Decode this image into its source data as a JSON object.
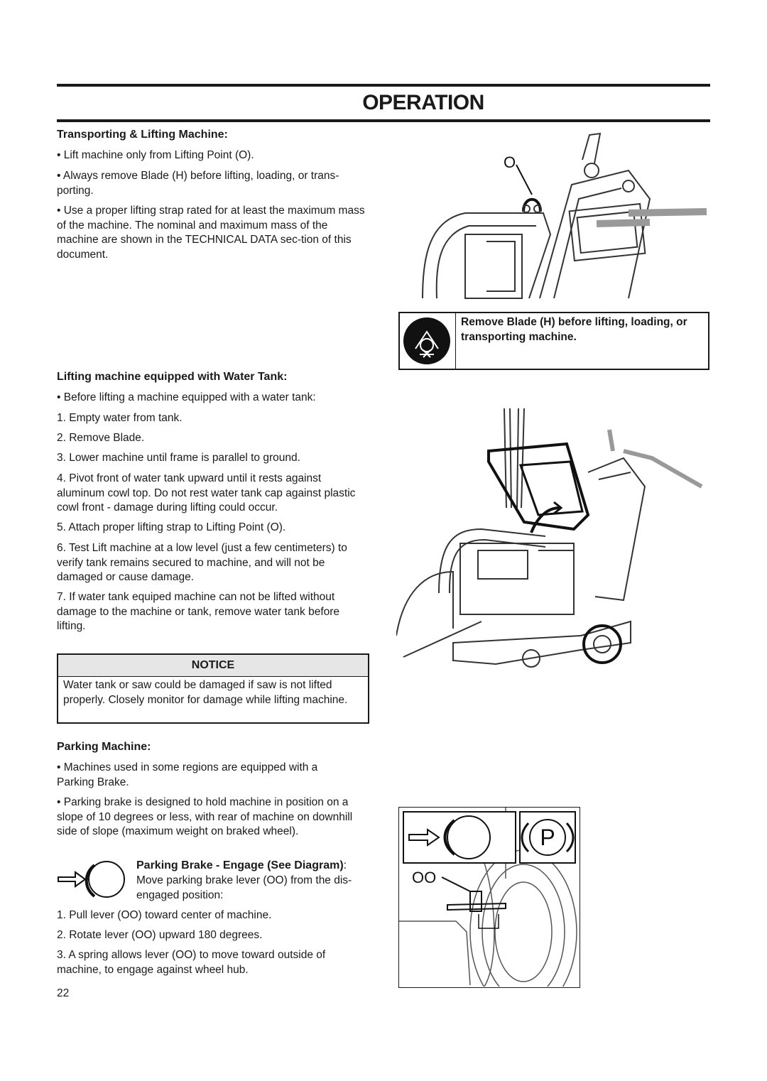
{
  "header": {
    "title": "OPERATION"
  },
  "transport": {
    "heading": "Transporting & Lifting Machine:",
    "bullets": [
      "• Lift machine only from Lifting Point (O).",
      "• Always remove Blade (H) before lifting, loading, or trans-porting.",
      "• Use a proper lifting strap rated for at least the maximum mass of the machine.  The nominal and maximum mass of the machine are shown in the TECHNICAL DATA sec-tion of this document."
    ]
  },
  "figure1": {
    "label": "O"
  },
  "warning": {
    "text": "Remove Blade (H) before lifting, loading, or transporting machine."
  },
  "water_tank": {
    "heading": "Lifting machine equipped with Water Tank:",
    "intro": "• Before lifting a machine equipped with a water tank:",
    "steps": [
      "1. Empty water from tank.",
      "2. Remove Blade.",
      "3. Lower machine until frame is parallel to ground.",
      "4. Pivot front of water tank upward until it rests against aluminum cowl top.  Do not rest water tank cap against plastic cowl front - damage during lifting could occur.",
      "5. Attach proper lifting strap to Lifting Point (O).",
      "6. Test Lift machine at a low level (just a few centimeters) to verify tank remains secured to machine, and will not be damaged or cause damage.",
      "7. If water tank equiped machine can not be lifted without damage to the machine or tank, remove water tank before lifting."
    ]
  },
  "notice": {
    "heading": "NOTICE",
    "text": "Water tank or saw could be damaged if saw is not lifted properly. Closely monitor for damage while lifting machine."
  },
  "parking": {
    "heading": "Parking Machine:",
    "bullets": [
      "• Machines used in some regions are equipped with a Parking Brake.",
      "• Parking brake is designed to hold machine in position on a slope of 10 degrees or less, with rear of machine on downhill side of slope (maximum weight on braked wheel)."
    ],
    "engage_title": "Parking Brake - Engage (See Diagram)",
    "engage_colon": ":",
    "engage_text": "Move parking brake lever (OO) from the dis-engaged position:",
    "steps": [
      "1. Pull lever (OO) toward center of machine.",
      "2. Rotate lever (OO) upward 180 degrees.",
      "3.  A spring allows lever (OO) to move toward outside of machine, to engage against wheel hub."
    ]
  },
  "figure3": {
    "label": "OO",
    "p_symbol": "P"
  },
  "footer": {
    "page_number": "22"
  }
}
